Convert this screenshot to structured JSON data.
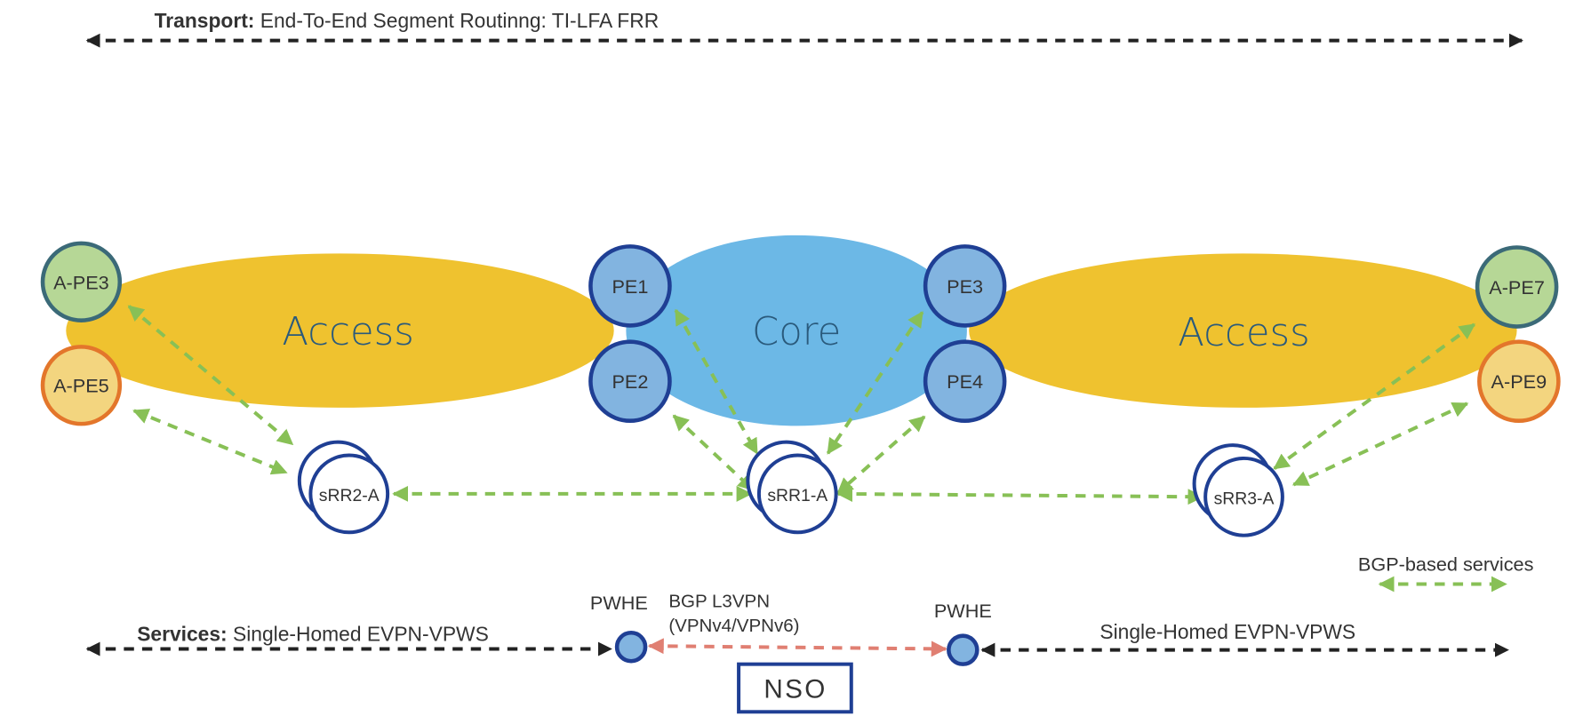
{
  "transport": {
    "label_bold": "Transport:",
    "label_text": " End-To-End Segment Routinng: TI-LFA FRR"
  },
  "domains": {
    "access_left": "Access",
    "core": "Core",
    "access_right": "Access"
  },
  "nodes": {
    "a_pe3": "A-PE3",
    "a_pe5": "A-PE5",
    "pe1": "PE1",
    "pe2": "PE2",
    "pe3": "PE3",
    "pe4": "PE4",
    "a_pe7": "A-PE7",
    "a_pe9": "A-PE9",
    "srr2": "sRR2-A",
    "srr1": "sRR1-A",
    "srr3": "sRR3-A"
  },
  "services": {
    "left_bold": "Services:",
    "left_text": " Single-Homed EVPN-VPWS",
    "right_text": "Single-Homed EVPN-VPWS",
    "pwhe_left": "PWHE",
    "pwhe_right": "PWHE",
    "l3vpn_line1": "BGP L3VPN",
    "l3vpn_line2": "(VPNv4/VPNv6)",
    "nso": "NSO"
  },
  "legend": {
    "bgp_services": "BGP-based services"
  },
  "colors": {
    "access": "#efc22f",
    "core": "#6cb8e6",
    "pe_fill": "#82b4e0",
    "pe_stroke": "#1f3f94",
    "green_fill": "#b6d796",
    "green_stroke": "#3b6a78",
    "orange_fill": "#f3d57f",
    "orange_stroke": "#e3762b",
    "bgp_arrow": "#88c056",
    "l3vpn_arrow": "#e07f72",
    "black_arrow": "#222222"
  }
}
